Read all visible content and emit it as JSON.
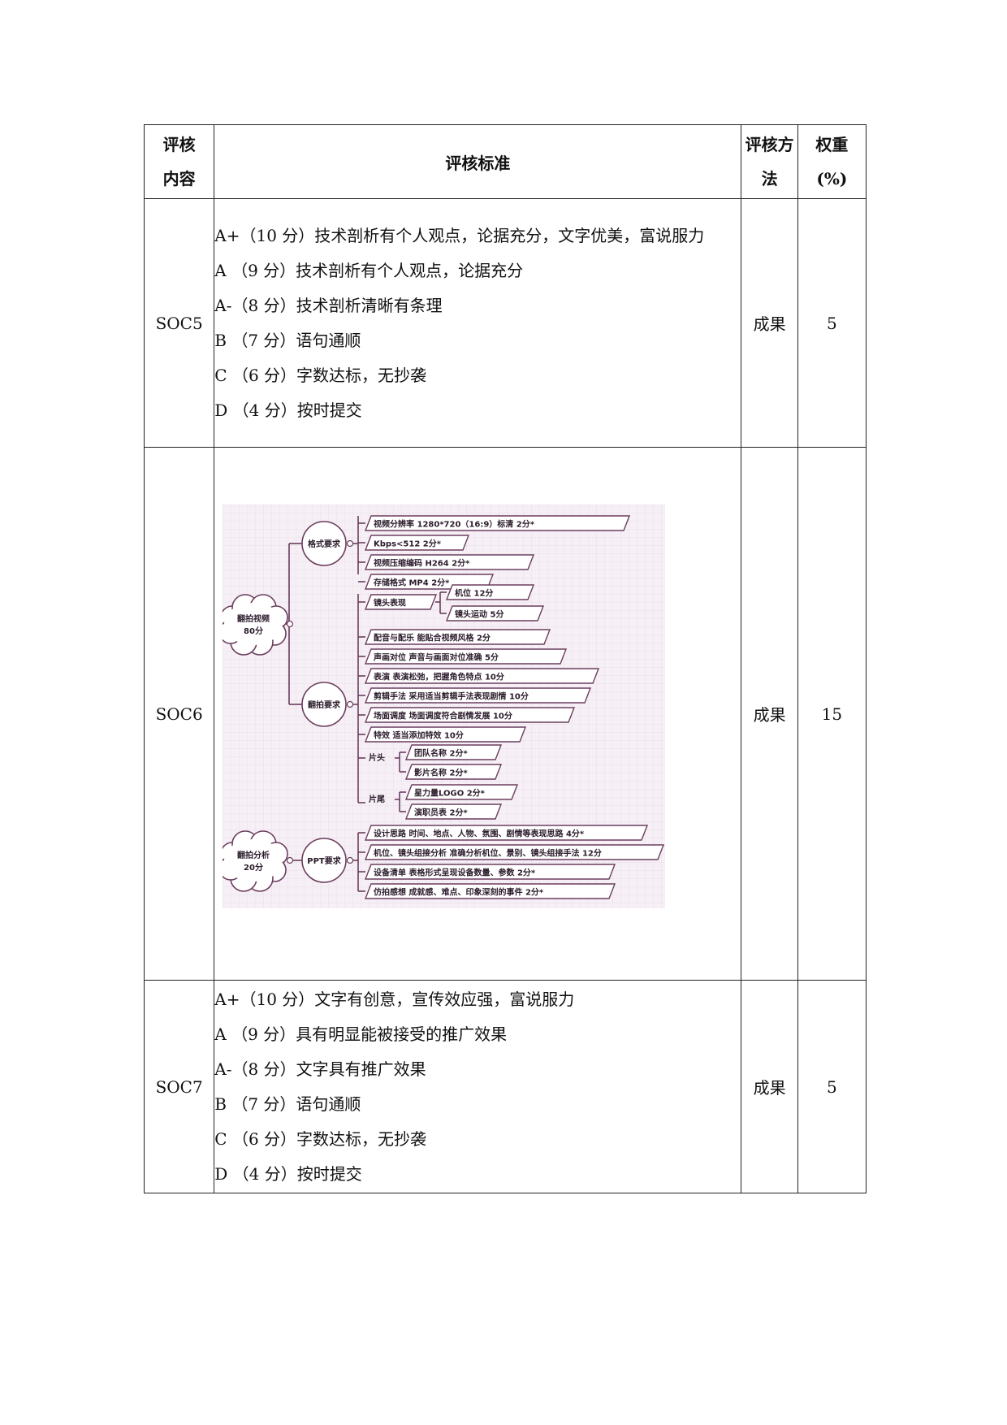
{
  "header": {
    "content_l1": "评核",
    "content_l2": "内容",
    "criteria": "评核标准",
    "method_l1": "评核方",
    "method_l2": "法",
    "weight_l1": "权重",
    "weight_l2": "(%)"
  },
  "rows": [
    {
      "code": "SOC5",
      "criteria": [
        "A+（10 分）技术剖析有个人观点，论据充分，文字优美，富说服力",
        "A （9 分）技术剖析有个人观点，论据充分",
        "A-（8 分）技术剖析清晰有条理",
        "B （7 分）语句通顺",
        "C （6 分）字数达标，无抄袭",
        "D （4 分）按时提交"
      ],
      "method": "成果",
      "weight": "5"
    },
    {
      "code": "SOC6",
      "method": "成果",
      "weight": "15"
    },
    {
      "code": "SOC7",
      "criteria": [
        "A+（10 分）文字有创意，宣传效应强，富说服力",
        "A （9 分）具有明显能被接受的推广效果",
        "A-（8 分）文字具有推广效果",
        "B （7 分）语句通顺",
        "C （6 分）字数达标，无抄袭",
        "D （4 分）按时提交"
      ],
      "method": "成果",
      "weight": "5"
    }
  ],
  "mindmap": {
    "root_video": [
      "翻拍视频",
      "80分"
    ],
    "root_ppt": [
      "翻拍分析",
      "20分"
    ],
    "branch_format": "格式要求",
    "branch_shoot": "翻拍要求",
    "branch_ppt": "PPT要求",
    "format_items": [
      "视频分辨率        1280*720（16:9）标清      2分*",
      "Kbps<512        2分*",
      "视频压缩编码        H264      2分*",
      "存储格式 MP4      2分*"
    ],
    "lens_label": "镜头表现",
    "lens_items": [
      "机位      12分",
      "镜头运动   5分"
    ],
    "shoot_items": [
      "配音与配乐          能贴合视频风格   2分",
      "声画对位   声音与画面对位准确          5分",
      "表演        表演松弛，把握角色特点         10分",
      "剪辑手法   采用适当剪辑手法表现剧情    10分",
      "场面调度   场面调度符合剧情发展          10分",
      "特效        适当添加特效          10分"
    ],
    "head_label": "片头",
    "head_items": [
      "团队名称  2分*",
      "影片名称  2分*"
    ],
    "tail_label": "片尾",
    "tail_items": [
      "星力量LOGO   2分*",
      "演职员表  2分*"
    ],
    "ppt_items": [
      "设计思路    时间、地点、人物、氛围、剧情等表现思路    4分*",
      "机位、镜头组接分析    准确分析机位、景别、镜头组接手法  12分",
      "设备清单    表格形式呈现设备数量、参数          2分*",
      "仿拍感想    成就感、难点、印象深刻的事件        2分*"
    ]
  }
}
